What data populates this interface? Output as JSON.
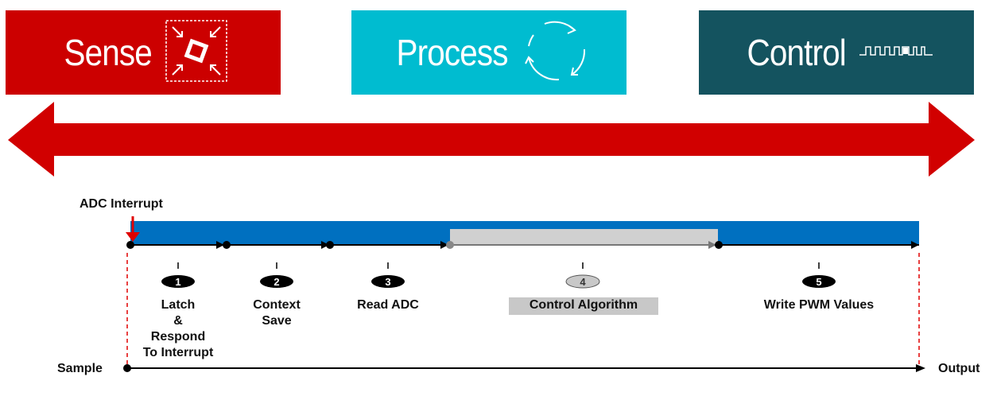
{
  "stages": [
    {
      "label": "Sense",
      "color": "#cc0000",
      "icon": "chip-icon"
    },
    {
      "label": "Process",
      "color": "#00bcd0",
      "icon": "cycle-icon"
    },
    {
      "label": "Control",
      "color": "#14535f",
      "icon": "pwm-wave-icon"
    }
  ],
  "arrow_color": "#d10000",
  "timeline": {
    "interrupt_label": "ADC Interrupt",
    "bar_color": "#0070c0",
    "steps": [
      {
        "number": "1",
        "label": "Latch\n&\nRespond\nTo Interrupt"
      },
      {
        "number": "2",
        "label": "Context\nSave"
      },
      {
        "number": "3",
        "label": "Read ADC"
      },
      {
        "number": "4",
        "label": "Control Algorithm"
      },
      {
        "number": "5",
        "label": "Write PWM Values"
      }
    ],
    "sample_label": "Sample",
    "output_label": "Output"
  }
}
